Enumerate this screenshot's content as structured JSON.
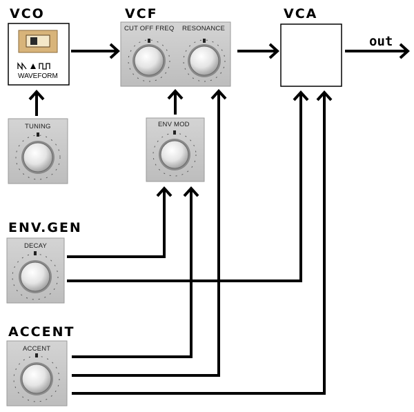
{
  "sections": {
    "vco": "VCO",
    "vcf": "VCF",
    "vca": "VCA",
    "env_gen": "ENV.GEN",
    "accent": "ACCENT"
  },
  "vco": {
    "waveform_label": "WAVEFORM"
  },
  "knobs": {
    "tuning": "TUNING",
    "cutoff": "CUT OFF FREQ",
    "resonance": "RESONANCE",
    "env_mod": "ENV MOD",
    "decay": "DECAY",
    "accent": "ACCENT"
  },
  "output_label": "out",
  "colors": {
    "panel": "#c9c9c9",
    "switch": "#d8b47a",
    "wire": "#000000"
  },
  "icons": {
    "waveform": "saw-triangle-square-icon"
  }
}
